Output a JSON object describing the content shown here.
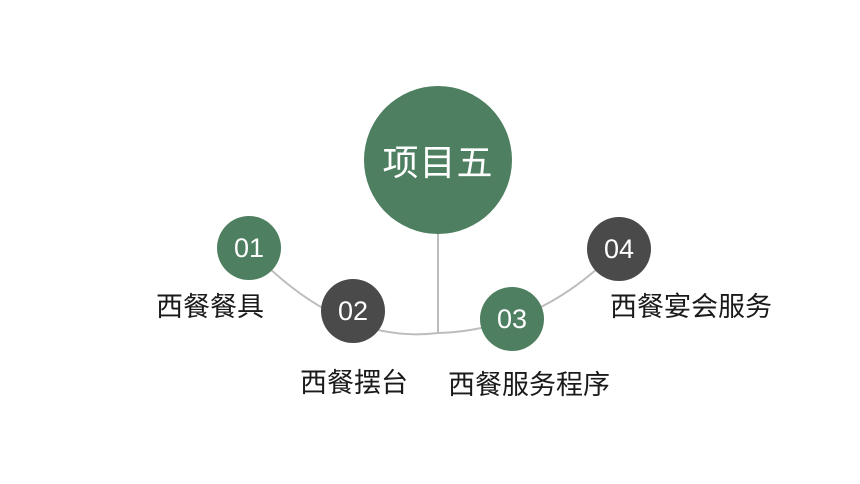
{
  "colors": {
    "green": "#4e7f61",
    "dark": "#4a4a4a",
    "connector": "#bdbdbd"
  },
  "center": {
    "title": "项目五"
  },
  "items": [
    {
      "number": "01",
      "label": "西餐餐具",
      "color": "#4e7f61"
    },
    {
      "number": "02",
      "label": "西餐摆台",
      "color": "#4a4a4a"
    },
    {
      "number": "03",
      "label": "西餐服务程序",
      "color": "#4e7f61"
    },
    {
      "number": "04",
      "label": "西餐宴会服务",
      "color": "#4a4a4a"
    }
  ]
}
